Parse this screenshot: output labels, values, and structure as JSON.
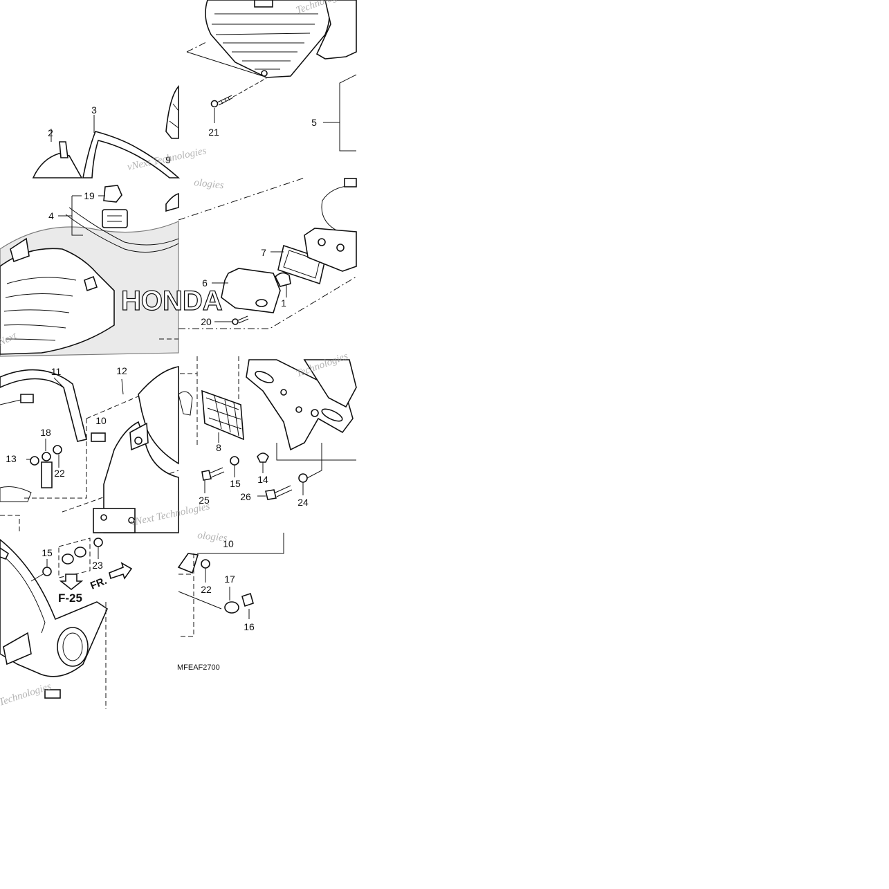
{
  "diagram": {
    "labels": {
      "l1": "1",
      "l2": "2",
      "l3": "3",
      "l4": "4",
      "l5": "5",
      "l6": "6",
      "l7": "7",
      "l8": "8",
      "l9": "9",
      "l10a": "10",
      "l10b": "10",
      "l11": "11",
      "l12": "12",
      "l13": "13",
      "l14": "14",
      "l15a": "15",
      "l15b": "15",
      "l16": "16",
      "l17": "17",
      "l18": "18",
      "l19": "19",
      "l20": "20",
      "l21": "21",
      "l22a": "22",
      "l22b": "22",
      "l23": "23",
      "l24": "24",
      "l25": "25",
      "l26": "26"
    },
    "reference_tag": "F-25",
    "front_arrow": "FR.",
    "drawing_code": "MFEAF2700",
    "brand_text": "HONDA",
    "watermark_texts": [
      "vNext Technologies",
      "Technologies",
      "Next",
      "ologies"
    ],
    "colors": {
      "line": "#111111",
      "shading": "#d9d9d9",
      "watermark": "#9a9a9a"
    }
  }
}
